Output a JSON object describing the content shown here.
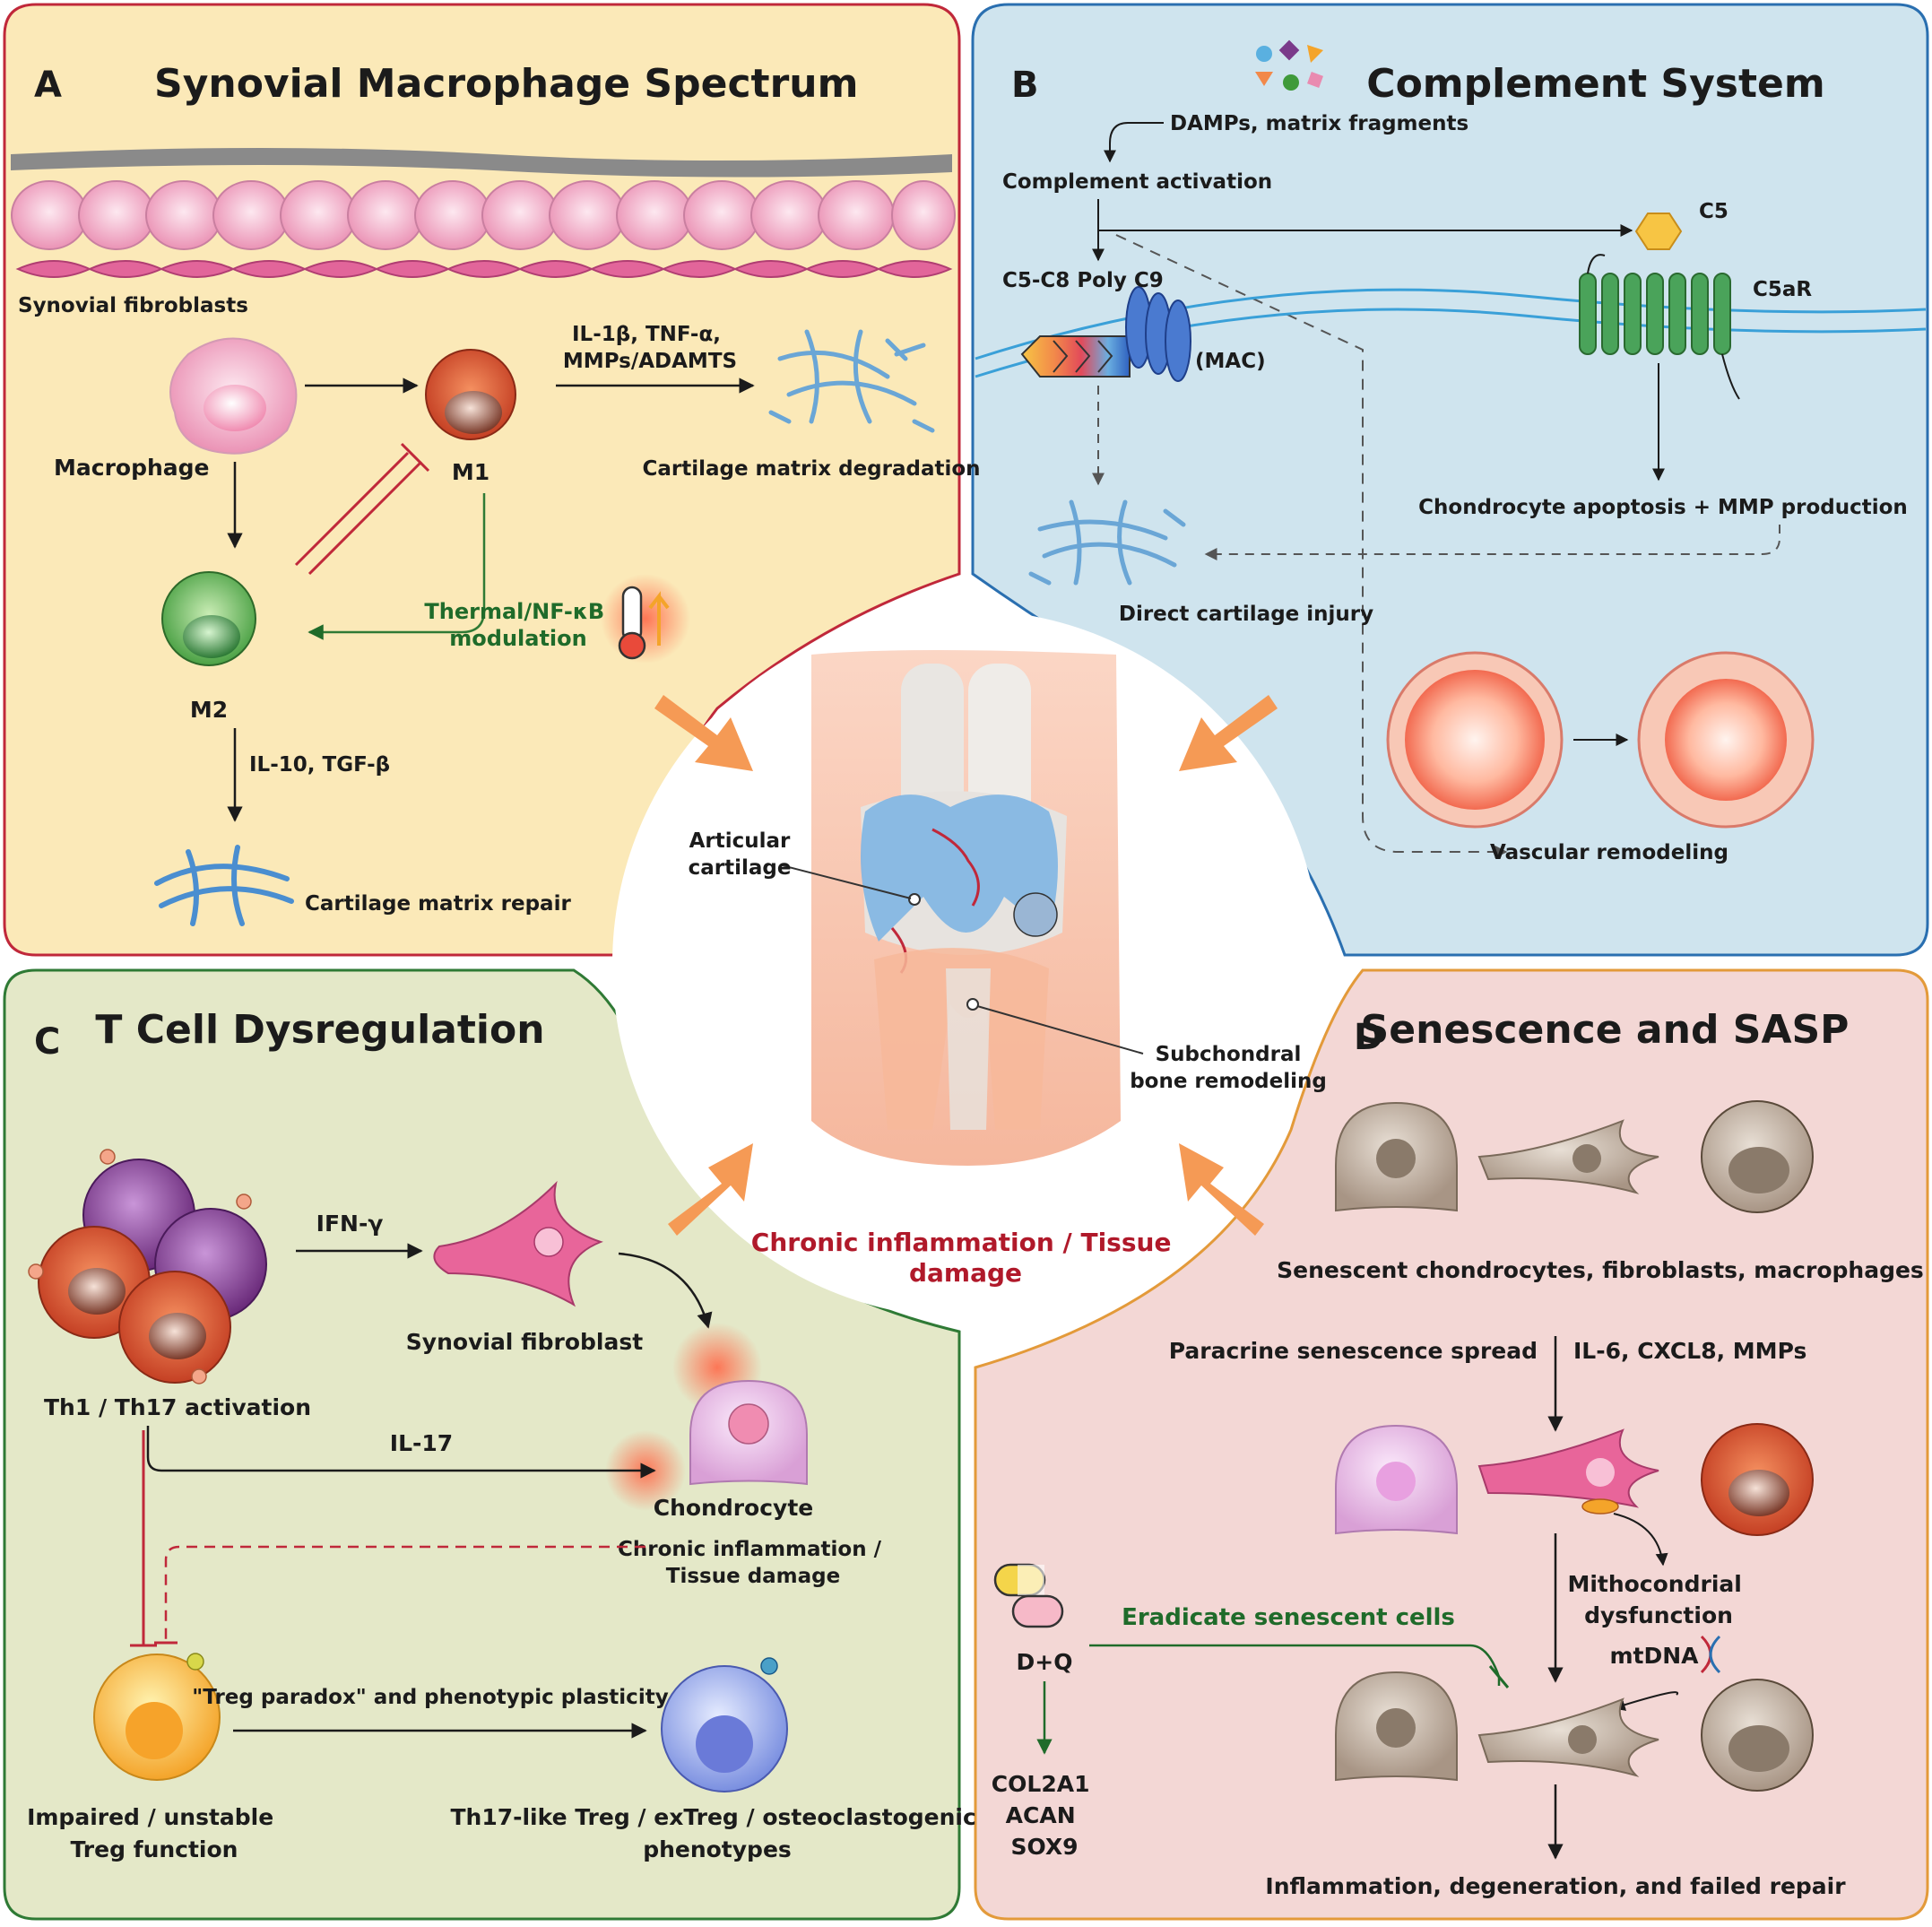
{
  "center": {
    "articular_cartilage": "Articular cartilage",
    "subchondral_bone": "Subchondral bone remodeling",
    "caption_line1": "Chronic inflammation / Tissue",
    "caption_line2": "damage"
  },
  "panel_a": {
    "letter": "A",
    "title": "Synovial Macrophage Spectrum",
    "synovial_fibroblasts": "Synovial fibroblasts",
    "macrophage": "Macrophage",
    "m1": "M1",
    "m2": "M2",
    "m1_cytokines_line1": "IL-1β, TNF-α,",
    "m1_cytokines_line2": "MMPs/ADAMTS",
    "degradation": "Cartilage matrix degradation",
    "modulation_line1": "Thermal/NF-κB",
    "modulation_line2": "modulation",
    "m2_cytokines": "IL-10, TGF-β",
    "repair": "Cartilage matrix repair"
  },
  "panel_b": {
    "letter": "B",
    "title": "Complement System",
    "damps": "DAMPs, matrix fragments",
    "activation": "Complement activation",
    "c5": "C5",
    "c5ar": "C5aR",
    "mac_top": "C5-C8 Poly C9",
    "mac": "(MAC)",
    "apoptosis": "Chondrocyte apoptosis + MMP production",
    "injury": "Direct cartilage injury",
    "vascular": "Vascular remodeling"
  },
  "panel_c": {
    "letter": "C",
    "title": "T Cell Dysregulation",
    "ifn": "IFN-γ",
    "fibroblast": "Synovial fibroblast",
    "th_activation": "Th1 / Th17 activation",
    "il17": "IL-17",
    "chondrocyte": "Chondrocyte",
    "chronic_line1": "Chronic inflammation /",
    "chronic_line2": "Tissue damage",
    "paradox": "\"Treg paradox\" and phenotypic plasticity",
    "impaired_line1": "Impaired / unstable",
    "impaired_line2": "Treg function",
    "th17treg_line1": "Th17-like Treg / exTreg / osteoclastogenic",
    "th17treg_line2": "phenotypes"
  },
  "panel_d": {
    "letter": "D",
    "title": "Senescence and SASP",
    "senescent": "Senescent chondrocytes, fibroblasts, macrophages",
    "paracrine": "Paracrine senescence spread",
    "sasp": "IL-6, CXCL8, MMPs",
    "mito_line1": "Mithocondrial",
    "mito_line2": "dysfunction",
    "mtdna": "mtDNA",
    "eradicate": "Eradicate senescent cells",
    "dq": "D+Q",
    "gene1": "COL2A1",
    "gene2": "ACAN",
    "gene3": "SOX9",
    "outcome": "Inflammation, degeneration, and failed repair"
  },
  "colors": {
    "panel_a_bg": "#fbe9b8",
    "panel_a_border": "#c0283a",
    "panel_b_bg": "#cfe4ee",
    "panel_b_border": "#2a6fb0",
    "panel_c_bg": "#e4e8c8",
    "panel_c_border": "#2f7a35",
    "panel_d_bg": "#f3d7d5",
    "panel_d_border": "#e39a3a",
    "accent_orange": "#f59a55",
    "caption_red": "#b0192a"
  }
}
